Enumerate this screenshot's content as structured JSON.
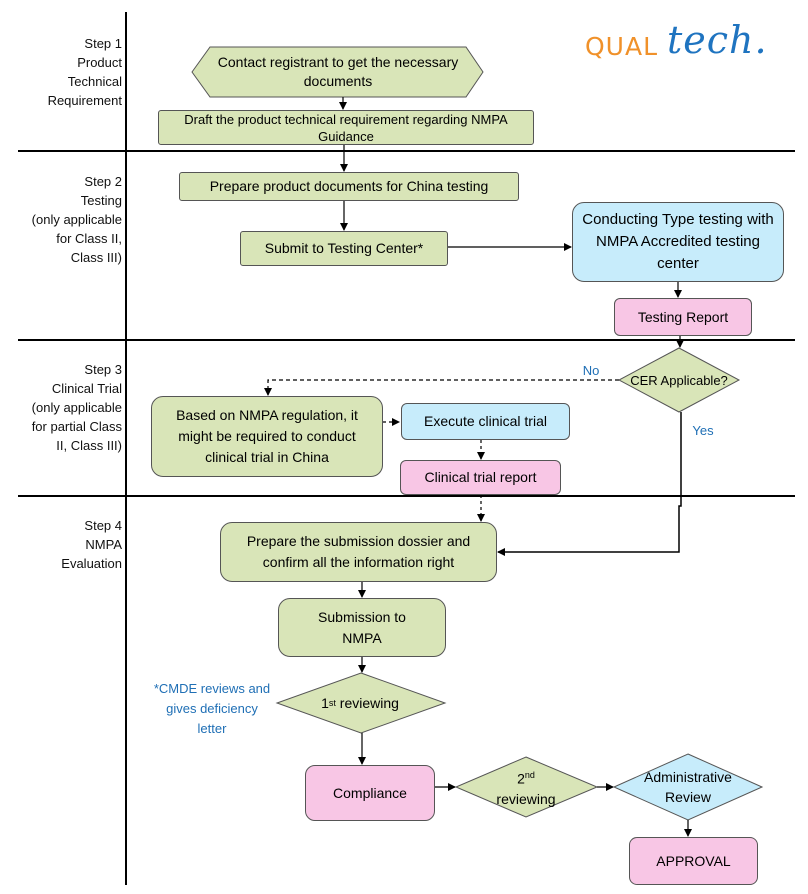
{
  "logo": {
    "prefix": "QUAL",
    "suffix": "tech."
  },
  "steps": [
    {
      "lines": [
        "Step 1",
        "Product",
        "Technical",
        "Requirement"
      ]
    },
    {
      "lines": [
        "Step 2",
        "Testing",
        "(only applicable",
        "for Class II,",
        "Class III)"
      ]
    },
    {
      "lines": [
        "Step 3",
        "Clinical Trial",
        "(only applicable",
        "for partial Class",
        "II, Class III)"
      ]
    },
    {
      "lines": [
        "Step 4",
        "NMPA",
        "Evaluation"
      ]
    }
  ],
  "boxes": {
    "contact": "Contact registrant to get the necessary documents",
    "draft": "Draft the product technical requirement regarding NMPA Guidance",
    "prepare_docs": "Prepare product documents for China testing",
    "submit_testing": "Submit to Testing Center*",
    "type_testing": "Conducting Type testing with NMPA Accredited testing center",
    "testing_report": "Testing Report",
    "cer_applicable": "CER Applicable?",
    "based_on": "Based on NMPA regulation, it might be required to conduct clinical trial in China",
    "execute_trial": "Execute clinical trial",
    "trial_report": "Clinical trial report",
    "prepare_dossier": "Prepare the submission dossier and confirm all the information right",
    "submission": "Submission to NMPA",
    "first_review_base": "1",
    "first_review_sup": "st",
    "first_review_rest": " reviewing",
    "compliance": "Compliance",
    "second_review_base": "2",
    "second_review_sup": "nd",
    "second_review_rest": "reviewing",
    "admin_review": "Administrative Review",
    "approval": "APPROVAL"
  },
  "labels": {
    "no": "No",
    "yes": "Yes",
    "cmde_note": "*CMDE reviews and gives deficiency letter"
  },
  "colors": {
    "green": "#d9e5b8",
    "blue": "#c7ecfb",
    "pink": "#f8c6e5",
    "note_blue": "#1f6fb5",
    "logo_orange": "#f0912a",
    "logo_blue": "#1f74c0"
  }
}
